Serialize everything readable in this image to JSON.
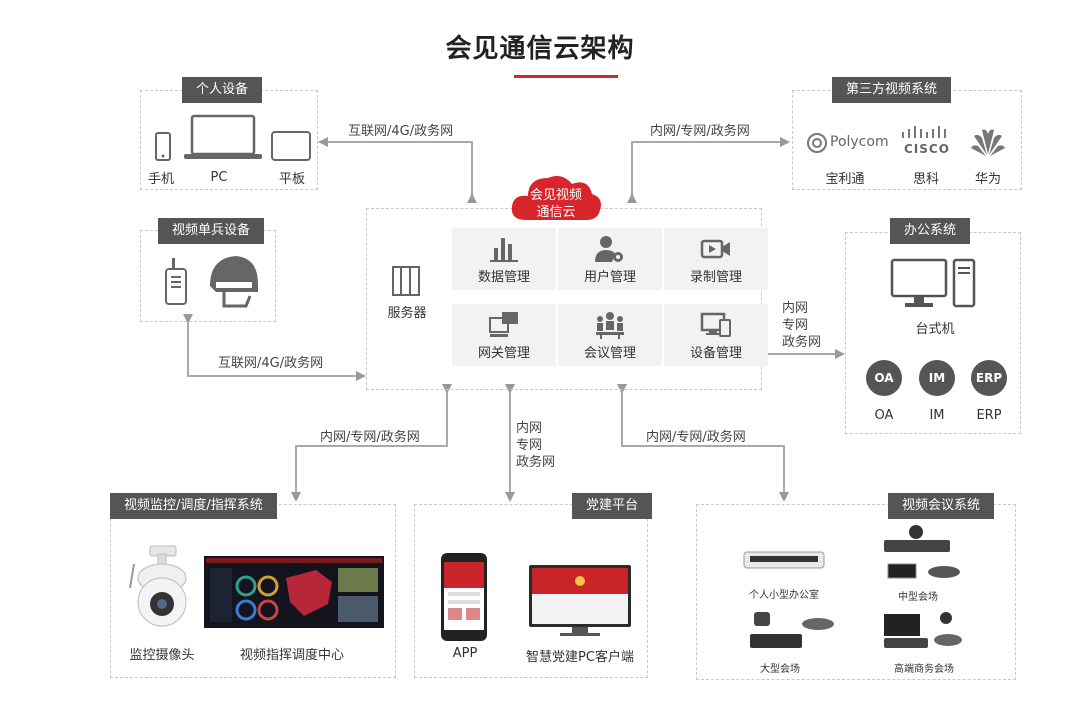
{
  "title": "会见通信云架构",
  "cloud": {
    "line1": "会见视频",
    "line2": "通信云"
  },
  "groups": {
    "personal": "个人设备",
    "third_party": "第三方视频系统",
    "soldier": "视频单兵设备",
    "office": "办公系统",
    "monitor": "视频监控/调度/指挥系统",
    "party": "党建平台",
    "conference": "视频会议系统"
  },
  "personal_devices": {
    "phone": "手机",
    "pc": "PC",
    "tablet": "平板"
  },
  "vendors": {
    "polycom_logo": "Polycom",
    "cisco_logo": "CISCO",
    "polycom": "宝利通",
    "cisco": "思科",
    "huawei": "华为"
  },
  "server": "服务器",
  "modules": [
    "数据管理",
    "用户管理",
    "录制管理",
    "网关管理",
    "会议管理",
    "设备管理"
  ],
  "office_items": {
    "desktop": "台式机",
    "oa_badge": "OA",
    "im_badge": "IM",
    "erp_badge": "ERP",
    "oa": "OA",
    "im": "IM",
    "erp": "ERP"
  },
  "monitor_items": {
    "camera": "监控摄像头",
    "center": "视频指挥调度中心"
  },
  "party_items": {
    "app": "APP",
    "pc_client": "智慧党建PC客户端"
  },
  "conference_items": {
    "small": "个人小型办公室",
    "medium": "中型会场",
    "large": "大型会场",
    "premium": "高端商务会场"
  },
  "networks": {
    "personal": "互联网/4G/政务网",
    "third_party": "内网/专网/政务网",
    "soldier": "互联网/4G/政务网",
    "office": [
      "内网",
      "专网",
      "政务网"
    ],
    "monitor": "内网/专网/政务网",
    "party": [
      "内网",
      "专网",
      "政务网"
    ],
    "conference": "内网/专网/政务网"
  },
  "colors": {
    "accent": "#d6262b",
    "tag": "#555555",
    "tile": "#f1f2f4"
  }
}
